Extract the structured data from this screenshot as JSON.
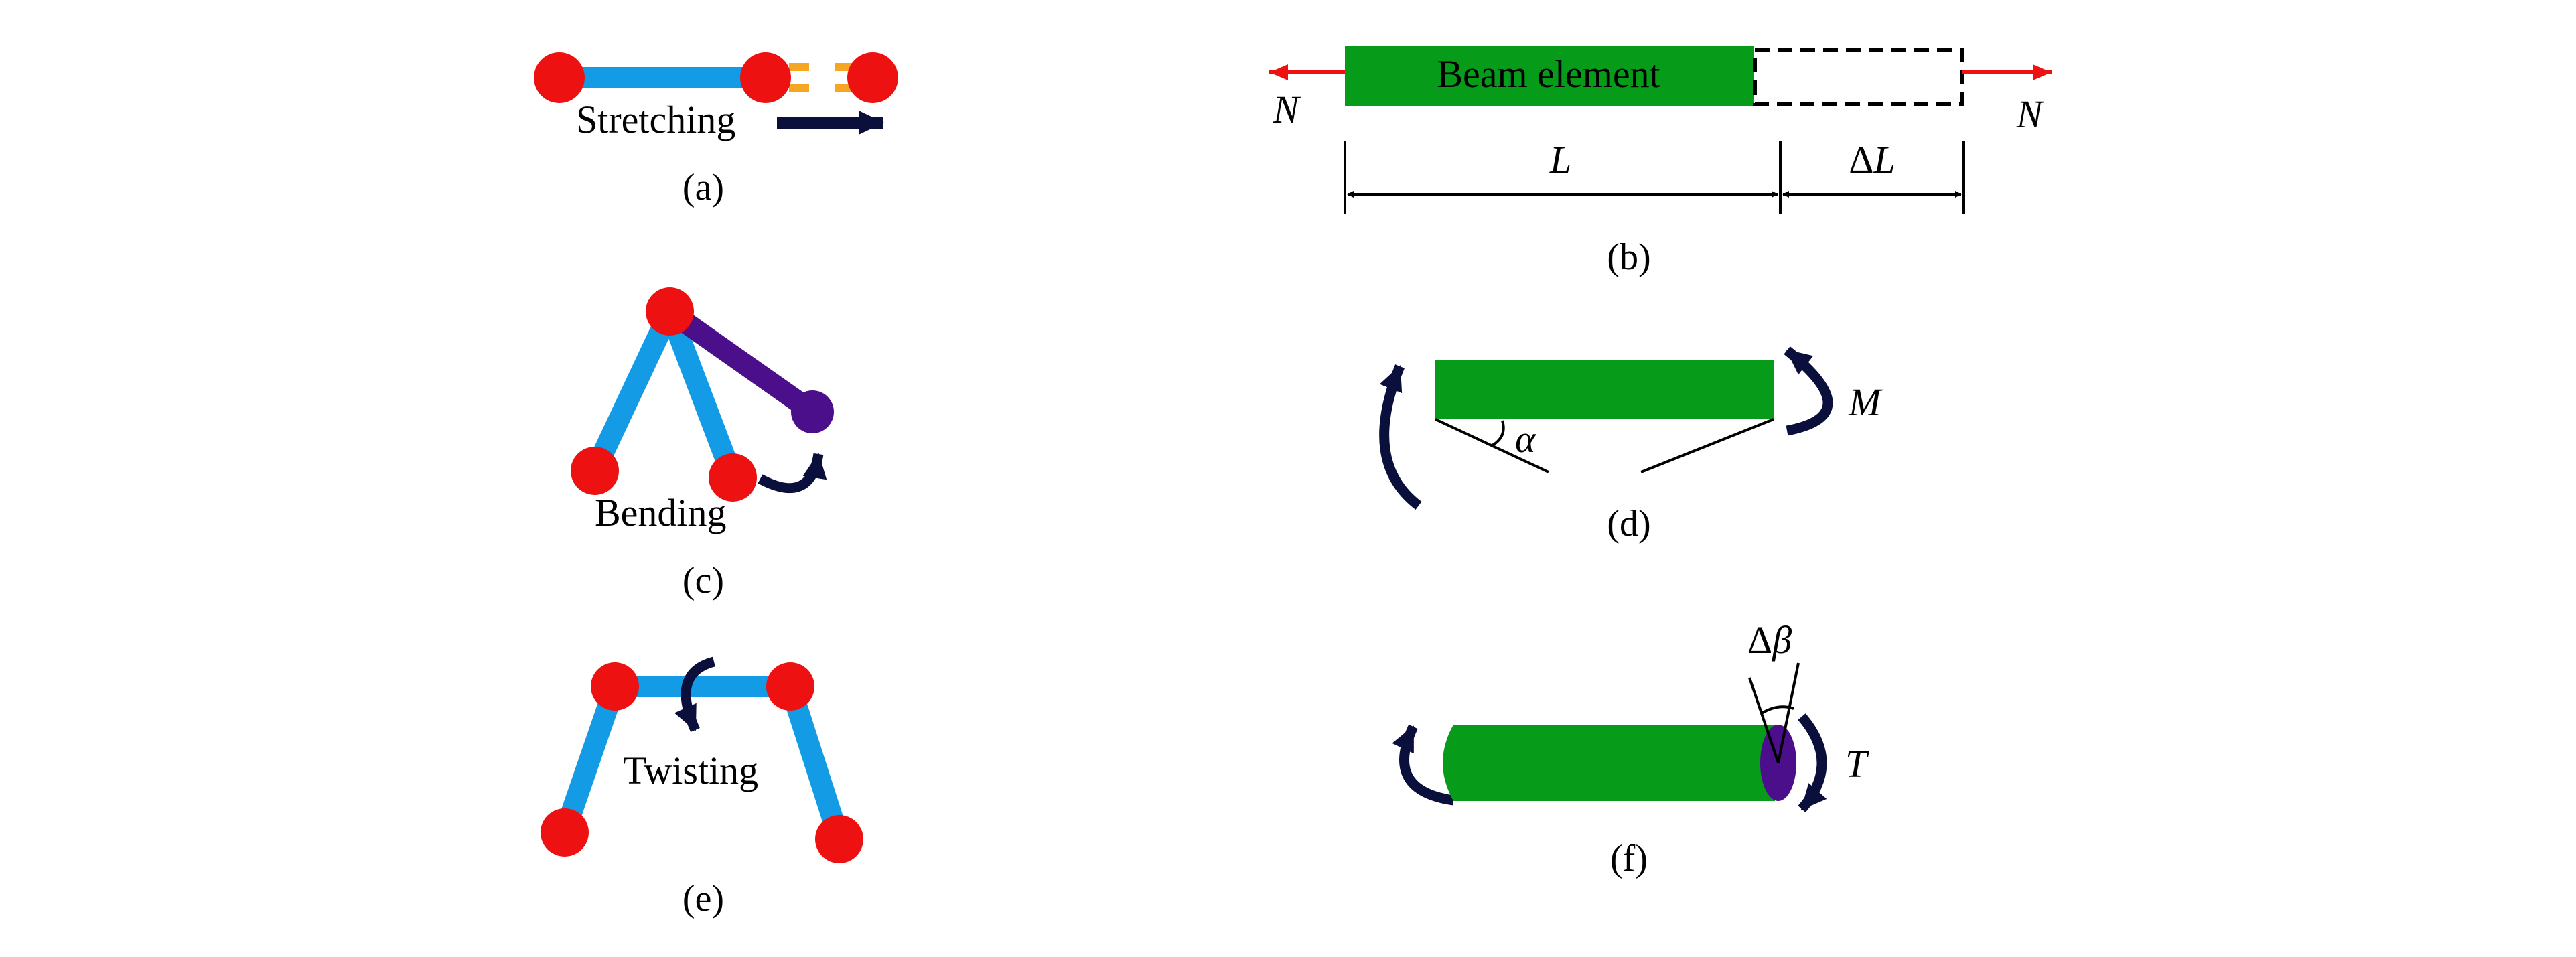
{
  "colors": {
    "node": "#ee1111",
    "bond": "#139be6",
    "purple": "#4b0f8c",
    "navy": "#0a0f3c",
    "orange": "#f5a623",
    "green": "#069c1a",
    "red_arrow": "#ee1111",
    "black": "#000000"
  },
  "panel_a": {
    "label": "Stretching",
    "caption": "(a)"
  },
  "panel_b": {
    "beam_label": "Beam element",
    "force_left": "N",
    "force_right": "N",
    "length": "L",
    "delta_prefix": "Δ",
    "delta_var": "L",
    "caption": "(b)"
  },
  "panel_c": {
    "label": "Bending",
    "caption": "(c)"
  },
  "panel_d": {
    "angle": "α",
    "moment": "M",
    "caption": "(d)"
  },
  "panel_e": {
    "label": "Twisting",
    "caption": "(e)"
  },
  "panel_f": {
    "delta_prefix": "Δ",
    "angle_var": "β",
    "torque": "T",
    "caption": "(f)"
  }
}
